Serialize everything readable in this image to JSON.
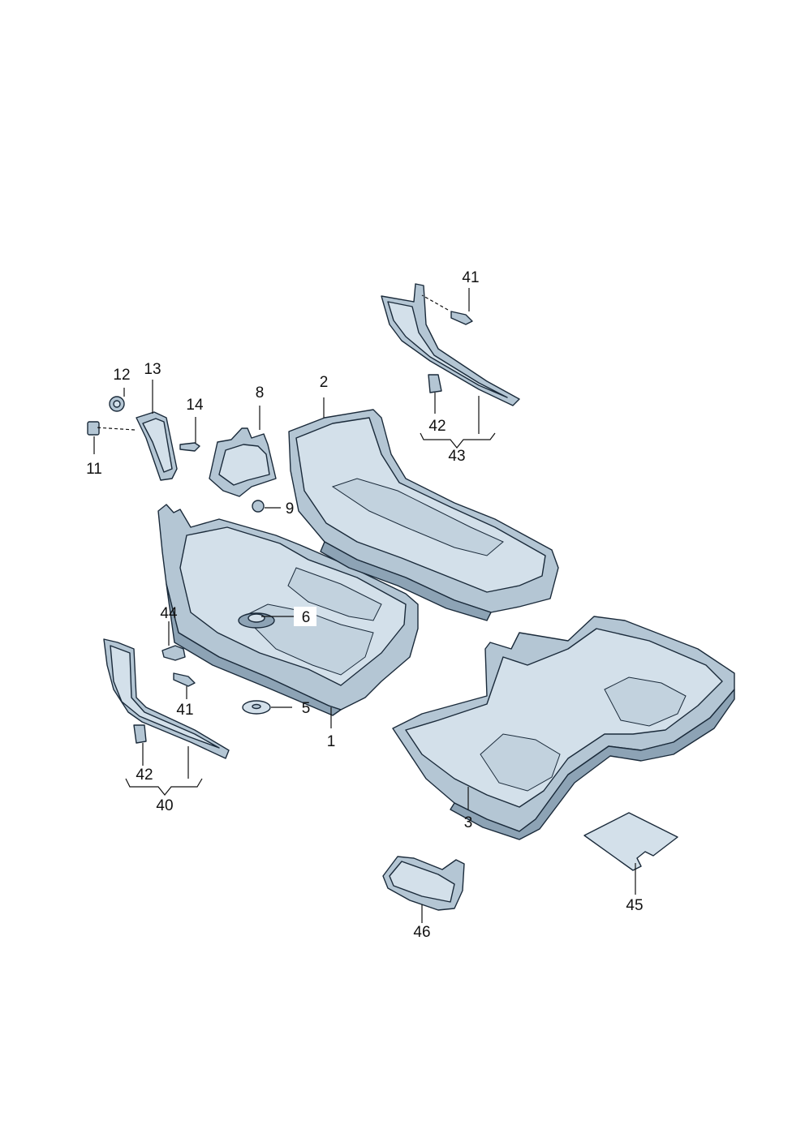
{
  "callouts": {
    "c1": "1",
    "c2": "2",
    "c3": "3",
    "c5": "5",
    "c6": "6",
    "c8": "8",
    "c9": "9",
    "c11": "11",
    "c12": "12",
    "c13": "13",
    "c14": "14",
    "c40": "40",
    "c41a": "41",
    "c41b": "41",
    "c42a": "42",
    "c42b": "42",
    "c43": "43",
    "c44": "44",
    "c45": "45",
    "c46": "46"
  }
}
